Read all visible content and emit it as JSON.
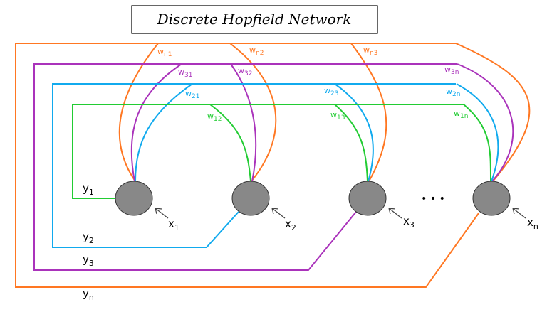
{
  "title": "Discrete Hopfield Network",
  "colors": {
    "y1": "#22cc33",
    "y2": "#11aaee",
    "y3": "#aa33bb",
    "yn": "#ff7722",
    "node": "#888888"
  },
  "ellipsis": "• • •",
  "outputs": {
    "y1": "y",
    "y1_sub": "1",
    "y2": "y",
    "y2_sub": "2",
    "y3": "y",
    "y3_sub": "3",
    "yn": "y",
    "yn_sub": "n"
  },
  "inputs": {
    "x1": "x",
    "x1_sub": "1",
    "x2": "x",
    "x2_sub": "2",
    "x3": "x",
    "x3_sub": "3",
    "xn": "x",
    "xn_sub": "n"
  },
  "weights": {
    "wn1": "n1",
    "w31": "31",
    "w21": "21",
    "w12": "12",
    "w32": "32",
    "wn2": "n2",
    "w13": "13",
    "w23": "23",
    "wn3": "n3",
    "w1n": "1n",
    "w2n": "2n",
    "w3n": "3n"
  }
}
